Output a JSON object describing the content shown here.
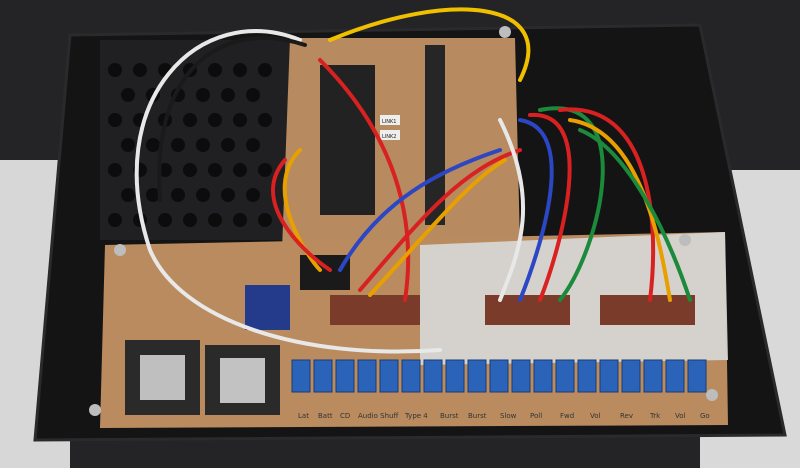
{
  "photo": {
    "subject": "Perfboard assembly with microcontroller, jumper wires, MP3 modules and a row of blue potentiometers",
    "chip_labels": [
      "LINK1",
      "LINK2"
    ],
    "bottom_labels": [
      "Lat",
      "Batt",
      "CD",
      "Audio Shuff",
      "Type 4",
      "Burst",
      "Burst",
      "Slow",
      "Poll",
      "Fwd",
      "Vol",
      "Rev",
      "Trk",
      "Vol",
      "Go"
    ],
    "colors": {
      "metal_plate": "#141415",
      "pcb": "#b78a5f",
      "pot_blue": "#2b63b8",
      "chip": "#222"
    }
  }
}
